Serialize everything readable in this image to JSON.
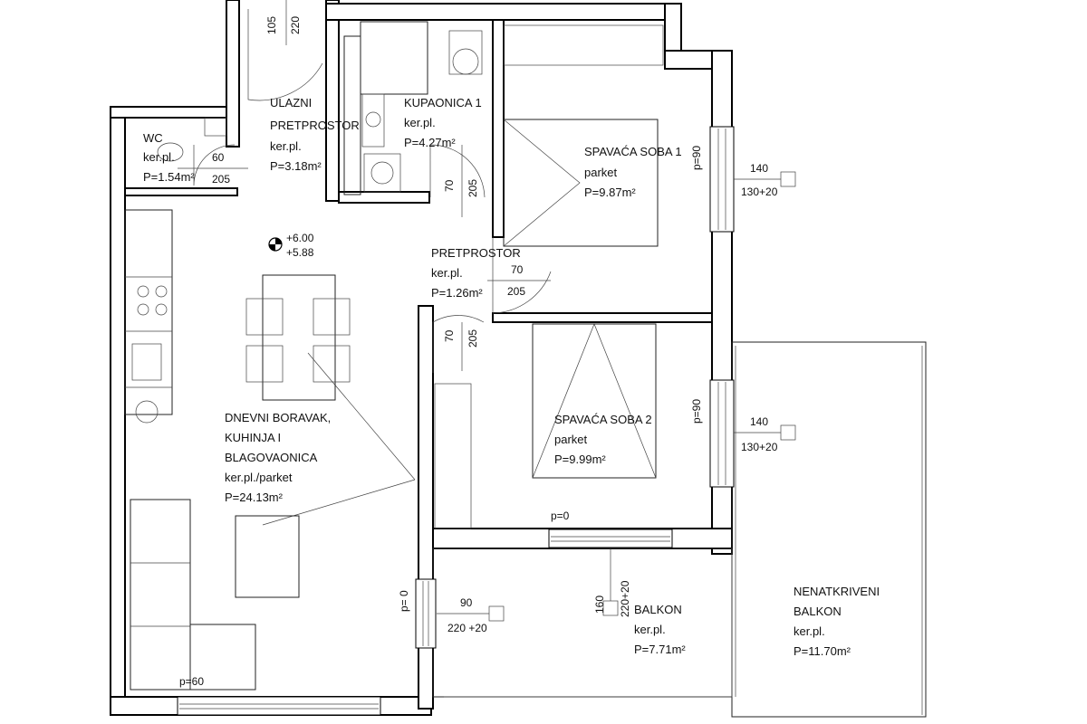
{
  "rooms": {
    "entrance_hall": {
      "line1": "ULAZNI",
      "line2": "PRETPROSTOR",
      "floor": "ker.pl.",
      "area": "P=3.18m²"
    },
    "bathroom": {
      "name": "KUPAONICA 1",
      "floor": "ker.pl.",
      "area": "P=4.27m²"
    },
    "bedroom1": {
      "name": "SPAVAĆA SOBA 1",
      "floor": "parket",
      "area": "P=9.87m²"
    },
    "wc": {
      "name": "WC",
      "floor": "ker.pl.",
      "area": "P=1.54m²"
    },
    "hallway": {
      "name": "PRETPROSTOR",
      "floor": "ker.pl.",
      "area": "P=1.26m²"
    },
    "living": {
      "line1": "DNEVNI BORAVAK,",
      "line2": "KUHINJA I",
      "line3": "BLAGOVAONICA",
      "floor": "ker.pl./parket",
      "area": "P=24.13m²"
    },
    "bedroom2": {
      "name": "SPAVAĆA SOBA 2",
      "floor": "parket",
      "area": "P=9.99m²"
    },
    "balcony": {
      "name": "BALKON",
      "floor": "ker.pl.",
      "area": "P=7.71m²"
    },
    "open_balcony": {
      "line1": "NENATKRIVENI",
      "line2": "BALKON",
      "floor": "ker.pl.",
      "area": "P=11.70m²"
    }
  },
  "levels": {
    "top": "+6.00",
    "bottom": "+5.88"
  },
  "dimensions": {
    "entry_door_w": "105",
    "entry_door_h": "220",
    "wc_door_w": "60",
    "wc_door_h": "205",
    "bath_door_w": "70",
    "bath_door_h": "205",
    "bed1_door_w": "70",
    "bed1_door_h": "205",
    "bed2_door_w": "70",
    "bed2_door_h": "205",
    "bed1_win_sill": "p=90",
    "bed1_win_w": "140",
    "bed1_win_h": "130+20",
    "bed2_win_sill": "p=90",
    "bed2_win_w": "140",
    "bed2_win_h": "130+20",
    "bed2_balc_sill": "p=0",
    "balc_door_w": "160",
    "balc_door_h": "220+20",
    "living_door_sill": "p= 0",
    "living_door_w": "90",
    "living_door_h": "220 +20",
    "living_win_sill": "p=60"
  }
}
